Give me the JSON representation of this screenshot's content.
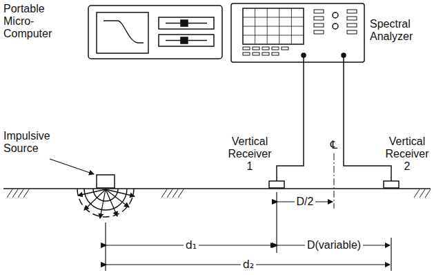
{
  "diagram": {
    "labels": [
      "Portable Micro-Computer",
      "Spectral Analyzer",
      "Vertical Receiver 1",
      "Vertical Receiver 2",
      "Impulsive Source",
      "℄",
      "D/2",
      "d₁",
      "D(variable)",
      "d₂"
    ]
  }
}
